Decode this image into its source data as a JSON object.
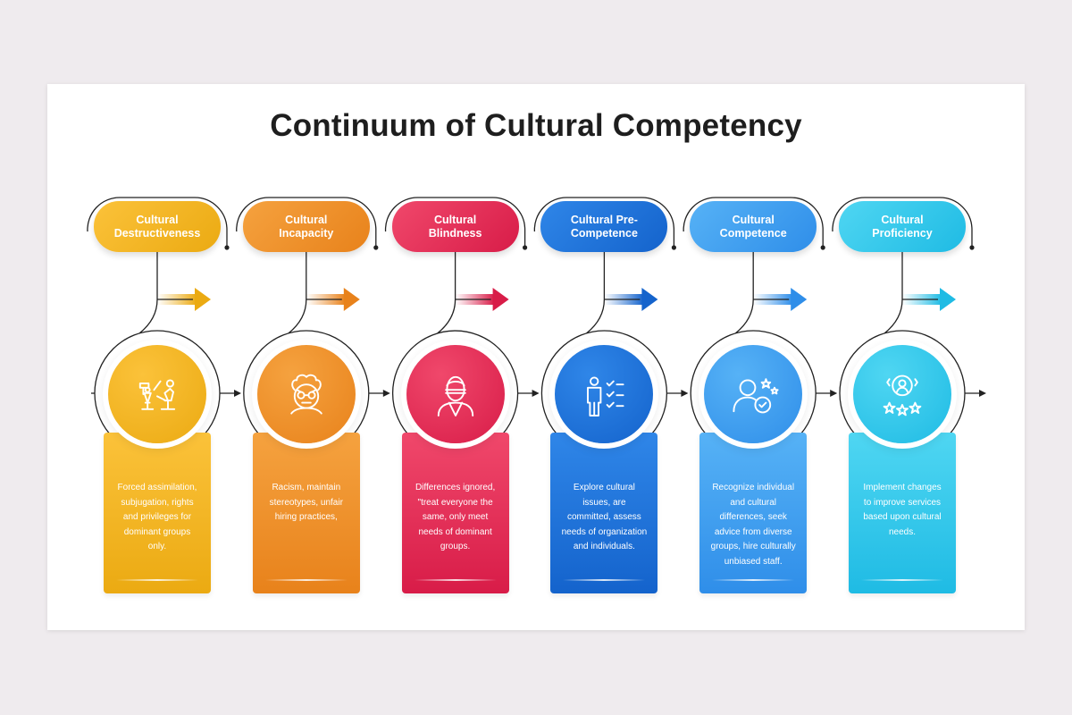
{
  "title": "Continuum of Cultural Competency",
  "stages": [
    {
      "label": "Cultural\nDestructiveness",
      "description": "Forced assimilation,\nsubjugation, rights\nand privileges for\ndominant groups\nonly.",
      "icon": "chess-pieces-icon",
      "colors": [
        "#fbc23a",
        "#ebaa12"
      ]
    },
    {
      "label": "Cultural\nIncapacity",
      "description": "Racism, maintain\nstereotypes, unfair\nhiring practices,",
      "icon": "angry-person-icon",
      "colors": [
        "#f5a23f",
        "#e8821b"
      ]
    },
    {
      "label": "Cultural\nBlindness",
      "description": "Differences ignored,\n\"treat everyone the\nsame, only meet\nneeds of dominant\ngroups.",
      "icon": "blindfolded-person-icon",
      "colors": [
        "#f0486b",
        "#d81c48"
      ]
    },
    {
      "label": "Cultural Pre-\nCompetence",
      "description": "Explore cultural\nissues, are\ncommitted, assess\nneeds of organization\nand individuals.",
      "icon": "person-checklist-icon",
      "colors": [
        "#2f86e8",
        "#1463cc"
      ]
    },
    {
      "label": "Cultural\nCompetence",
      "description": "Recognize individual\nand cultural\ndifferences, seek\nadvice from diverse\ngroups, hire culturally\nunbiased staff.",
      "icon": "user-badge-icon",
      "colors": [
        "#56b2f6",
        "#2f8ee9"
      ]
    },
    {
      "label": "Cultural\nProficiency",
      "description": "Implement changes\nto improve services\nbased upon cultural\nneeds.",
      "icon": "award-stars-icon",
      "colors": [
        "#4fd6f2",
        "#1fbbe4"
      ]
    }
  ]
}
